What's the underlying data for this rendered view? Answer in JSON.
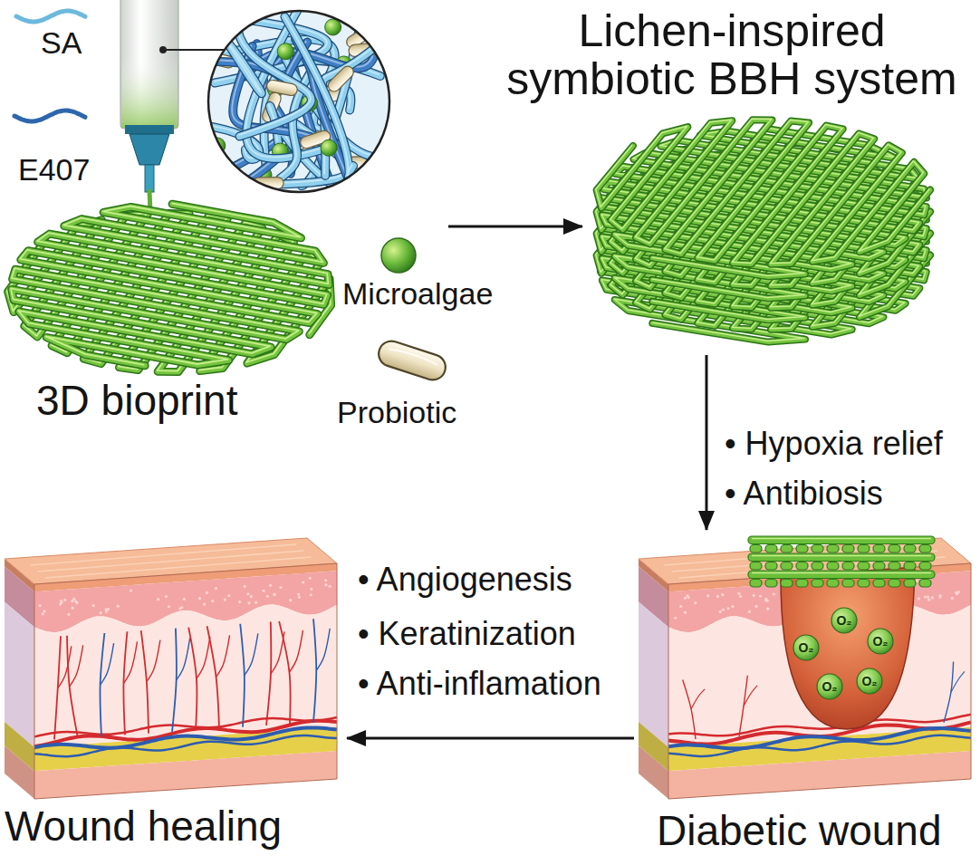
{
  "diagram": {
    "title": "Lichen-inspired symbiotic BBH system",
    "nodes": [
      {
        "text": [
          "3D bioprint"
        ]
      },
      {
        "text": [
          "Diabetic wound"
        ]
      },
      {
        "text": [
          "Wound healing"
        ]
      }
    ],
    "edges": [
      {
        "from": 1,
        "to": 2,
        "arrow": "to"
      }
    ],
    "labels": [
      "• Hypoxia relief",
      "• Antibiosis",
      "• Angiogenesis",
      "• Keratinization",
      "• Anti-inflamation",
      "O₂",
      "O₂",
      "O₂",
      "O₂",
      "O₂"
    ],
    "legend": [
      {
        "text": "SA"
      },
      {
        "text": "E407"
      },
      {
        "text": "Microalgae"
      },
      {
        "text": "Probiotic"
      }
    ]
  }
}
